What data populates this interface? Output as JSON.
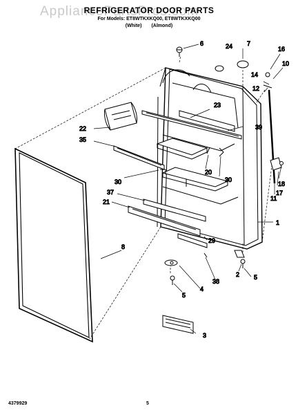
{
  "header": {
    "title": "REFRIGERATOR DOOR PARTS",
    "subtitle": "For Models: ET8WTKXKQ00, ET8WTKXKQ00",
    "color_white": "(White)",
    "color_almond": "(Almond)"
  },
  "watermark": "AppliancePartsPros.com",
  "callouts": [
    "6",
    "24",
    "7",
    "16",
    "10",
    "14",
    "12",
    "23",
    "22",
    "39",
    "35",
    "20",
    "30",
    "30",
    "37",
    "21",
    "8",
    "11",
    "17",
    "18",
    "1",
    "29",
    "2",
    "38",
    "5",
    "4",
    "5",
    "3"
  ],
  "footer": {
    "doc_number": "4379929",
    "page_number": "5"
  }
}
